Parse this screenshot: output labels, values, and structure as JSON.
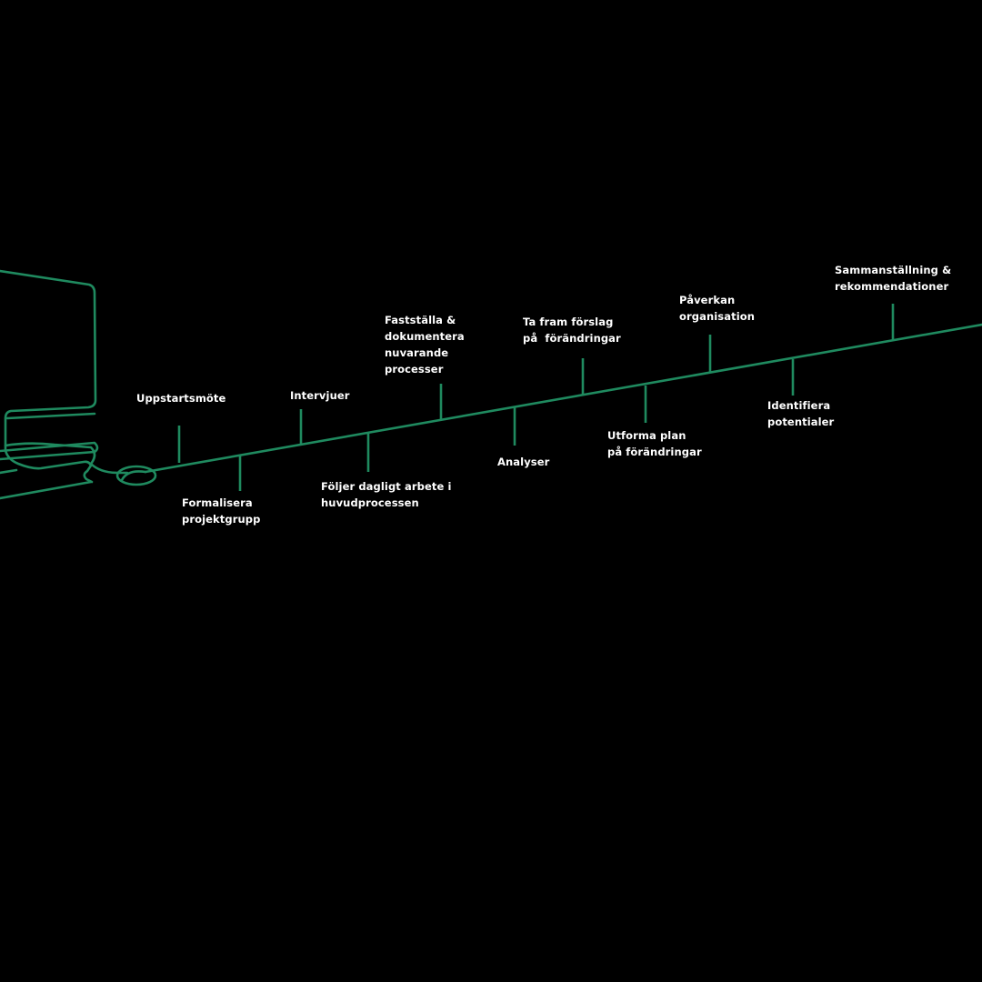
{
  "colors": {
    "background": "#000000",
    "line": "#1f8a5f",
    "text": "#ffffff"
  },
  "illustration": "desktop-computer-line-drawing",
  "milestones": [
    {
      "label": "Uppstartsmöte",
      "side": "above"
    },
    {
      "label": "Formalisera\nprojektgrupp",
      "side": "below"
    },
    {
      "label": "Intervjuer",
      "side": "above"
    },
    {
      "label": "Följer dagligt arbete i\nhuvudprocessen",
      "side": "below"
    },
    {
      "label": "Fastställa &\ndokumentera\nnuvarande\nprocesser",
      "side": "above"
    },
    {
      "label": "Analyser",
      "side": "below"
    },
    {
      "label": "Ta fram förslag\npå  förändringar",
      "side": "above"
    },
    {
      "label": "Utforma plan\npå förändringar",
      "side": "below"
    },
    {
      "label": "Påverkan\norganisation",
      "side": "above"
    },
    {
      "label": "Identifiera\npotentialer",
      "side": "below"
    },
    {
      "label": "Sammanställning &\nrekommendationer",
      "side": "above"
    }
  ]
}
